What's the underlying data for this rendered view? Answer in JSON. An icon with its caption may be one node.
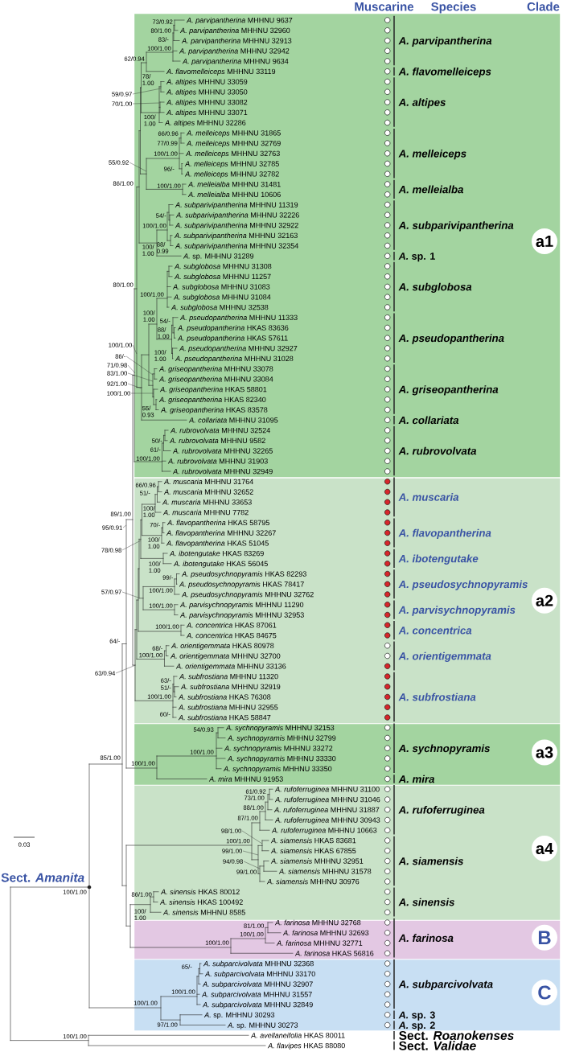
{
  "diagram": {
    "nodes": [
      {
        "text": [
          "a1"
        ]
      },
      {
        "text": [
          "a2"
        ]
      },
      {
        "text": [
          "a3"
        ]
      },
      {
        "text": [
          "a4"
        ]
      },
      {
        "text": [
          "B"
        ]
      },
      {
        "text": [
          "C"
        ]
      },
      {
        "text": [
          "59/0.97"
        ]
      },
      {
        "text": [
          "70/1.00"
        ]
      },
      {
        "text": [
          "55/0.92"
        ]
      },
      {
        "text": [
          "100/1.00"
        ]
      },
      {
        "text": [
          "86/-"
        ]
      },
      {
        "text": [
          "71/0.98"
        ]
      },
      {
        "text": [
          "83/1.00"
        ]
      },
      {
        "text": [
          "92/1.00"
        ]
      },
      {
        "text": [
          "100/1.00"
        ]
      },
      {
        "text": [
          "95/0.91"
        ]
      },
      {
        "text": [
          "78/0.98"
        ]
      },
      {
        "text": [
          "57/0.97"
        ]
      },
      {
        "text": [
          "63/0.94"
        ]
      },
      {
        "text": [
          "98/1.00"
        ],
        "in": 3
      },
      {
        "text": [
          "99/1.00"
        ],
        "in": 3
      },
      {
        "text": [
          "94/0.98"
        ],
        "in": 3
      }
    ],
    "edges": [
      {
        "from": 6,
        "to": 0,
        "arrow": "none"
      },
      {
        "from": 7,
        "to": 0,
        "arrow": "none"
      },
      {
        "from": 8,
        "to": 0,
        "arrow": "none"
      },
      {
        "from": 9,
        "to": 0,
        "arrow": "none"
      },
      {
        "from": 10,
        "to": 0,
        "arrow": "none"
      },
      {
        "from": 11,
        "to": 0,
        "arrow": "none"
      },
      {
        "from": 12,
        "to": 0,
        "arrow": "none"
      },
      {
        "from": 13,
        "to": 0,
        "arrow": "none"
      },
      {
        "from": 14,
        "to": 0,
        "arrow": "none"
      },
      {
        "from": 15,
        "to": null,
        "arrow": "none"
      },
      {
        "from": 16,
        "to": 1,
        "arrow": "none"
      },
      {
        "from": 17,
        "to": 1,
        "arrow": "none"
      },
      {
        "from": 18,
        "to": 1,
        "arrow": "none"
      },
      {
        "from": 19,
        "to": 3,
        "arrow": "none"
      },
      {
        "from": 20,
        "to": 3,
        "arrow": "none"
      },
      {
        "from": 21,
        "to": 3,
        "arrow": "none"
      }
    ],
    "labels": [
      "Muscarine",
      "Species",
      "Clade",
      "*A. parvipantherina* MHHNU 9637",
      "*A. parvipantherina* MHHNU 32960",
      "*A. parvipantherina* MHHNU 32913",
      "*A. parvipantherina* MHHNU 32942",
      "*A. parvipantherina* MHHNU 9634",
      "*A. flavomelleiceps* MHHNU 33119",
      "*A. altipes* MHHNU 33059",
      "*A. altipes* MHHNU 33050",
      "*A. altipes* MHHNU 33082",
      "*A. altipes* MHHNU 33071",
      "*A. altipes* MHHNU 32286",
      "*A. melleiceps* MHHNU 31865",
      "*A. melleiceps* MHHNU 32769",
      "*A. melleiceps* MHHNU 32763",
      "*A. melleiceps* MHHNU 32785",
      "*A. melleiceps* MHHNU 32782",
      "*A. melleialba* MHHNU 31481",
      "*A. melleialba* MHHNU 10606",
      "*A. subparivipantherina* MHHNU 11319",
      "*A. subparivipantherina* MHHNU 32226",
      "*A. subparivipantherina* MHHNU 32922",
      "*A. subparivipantherina* MHHNU 32163",
      "*A. subparivipantherina* MHHNU 32354",
      "*A.* sp. MHHNU 31289",
      "*A. subglobosa* MHHNU 31308",
      "*A. subglobosa* MHHNU 11257",
      "*A. subglobosa* MHHNU 31083",
      "*A. subglobosa* MHHNU 31084",
      "*A. subglobosa* MHHNU 32538",
      "*A. pseudopantherina* MHHNU 11333",
      "*A. pseudopantherina* HKAS 83636",
      "*A. pseudopantherina* HKAS 57611",
      "*A. pseudopantherina* MHHNU 32927",
      "*A. pseudopantherina* MHHNU 31028",
      "*A. griseopantherina* MHHNU 33078",
      "*A. griseopantherina* MHHNU 33084",
      "*A. griseopantherina* HKAS 58801",
      "*A. griseopantherina* HKAS 82340",
      "*A. griseopantherina* HKAS 83578",
      "*A. collariata* MHHNU 31095",
      "*A. rubrovolvata* MHHNU 32524",
      "*A. rubrovolvata* MHHNU 9582",
      "*A. rubrovolvata* MHHNU 32265",
      "*A. rubrovolvata* MHHNU 31903",
      "*A. rubrovolvata* MHHNU 32949",
      "*A. muscaria* MHHNU 31764",
      "*A. muscaria* MHHNU 32652",
      "*A. muscaria* MHHNU 33653",
      "*A. muscaria* MHHNU 7782",
      "*A. flavopantherina* HKAS 58795",
      "*A. flavopantherina* MHHNU 32267",
      "*A. flavopantherina* HKAS 51045",
      "*A. ibotengutake* HKAS 83269",
      "*A. ibotengutake* HKAS 56045",
      "*A. pseudosychnopyramis* HKAS 82293",
      "*A. pseudosychnopyramis* HKAS 78417",
      "*A. pseudosychnopyramis* MHHNU 32762",
      "*A. parvisychnopyramis* MHHNU 11290",
      "*A. parvisychnopyramis* MHHNU 32953",
      "*A. concentrica* HKAS 87061",
      "*A. concentrica* HKAS 84675",
      "*A. orientigemmata* HKAS 80978",
      "*A. orientigemmata* MHHNU 32700",
      "*A. orientigemmata* MHHNU 33136",
      "*A. subfrostiana* MHHNU 11320",
      "*A. subfrostiana* MHHNU 32919",
      "*A. subfrostiana* HKAS 76308",
      "*A. subfrostiana* MHHNU 32955",
      "*A. subfrostiana* HKAS 58847",
      "*A. sychnopyramis* MHHNU 32153",
      "*A. sychnopyramis* MHHNU 32799",
      "*A. sychnopyramis* MHHNU 33272",
      "*A. sychnopyramis* MHHNU 33330",
      "*A. sychnopyramis* MHHNU 33350",
      "*A. mira* MHHNU 91953",
      "*A. rufoferruginea* MHHNU 31100",
      "*A. rufoferruginea* MHHNU 31046",
      "*A. rufoferruginea* MHHNU 31887",
      "*A. rufoferruginea* MHHNU 30943",
      "*A. rufoferruginea* MHHNU 10663",
      "*A. siamensis* HKAS 83681",
      "*A. siamensis* HKAS 67855",
      "*A. siamensis* MHHNU 32951",
      "*A. siamensis* MHHNU 31578",
      "*A. siamensis* MHHNU 30976",
      "*A. sinensis* HKAS 80012",
      "*A. sinensis* HKAS 100492",
      "*A. sinensis* MHHNU 8585",
      "*A. farinosa* MHHNU 32768",
      "*A. farinosa* MHHNU 32693",
      "*A. farinosa* MHHNU 32771",
      "*A. farinosa* HKAS 56816",
      "*A. subparcivolvata* MHHNU 32368",
      "*A. subparcivolvata* MHHNU 33170",
      "*A. subparcivolvata* MHHNU 32907",
      "*A. subparcivolvata* MHHNU 31557",
      "*A. subparcivolvata* MHHNU 32849",
      "*A.* sp. MHHNU 30293",
      "*A.* sp. MHHNU 30273",
      "*A. avellaneifolia* HKAS 80011",
      "*A. flavipes* HKAS 88080",
      "73/0.92",
      "80/1.00",
      "83/-",
      "100/1.00",
      "62/0.94",
      "78/ 1.00",
      "100/ 1.00",
      "66/0.96",
      "77/0.99",
      "100/1.00",
      "96/-",
      "86/1.00",
      "100/1.00",
      "54/-",
      "100/1.00",
      "88/ 0.99",
      "100/ 1.00",
      "80/1.00",
      "100/1.00",
      "100/ 1.00",
      "54/-",
      "88/ 1.00",
      "100/ 1.00",
      "55/ 0.93",
      "50/-",
      "61/-",
      "100/1.00",
      "66/0.96",
      "51/-",
      "100/ 1.00",
      "89/1.00",
      "70/-",
      "100/ 1.00",
      "100/ 1.00",
      "99/-",
      "100/1.00",
      "100/1.00",
      "100/1.00",
      "64/-",
      "68/-",
      "100/1.00",
      "63/-",
      "51/-",
      "100/1.00",
      "60/-",
      "54/0.93",
      "100/1.00",
      "85/1.00",
      "100/1.00",
      "61/0.92",
      "73/1.00",
      "88/1.00",
      "87/1.00",
      "100/1.00",
      "99/1.00",
      "100/1.00",
      "86/1.00",
      "100/ 1.00",
      "81/1.00",
      "100/1.00",
      "100/1.00",
      "65/-",
      "100/1.00",
      "100/1.00",
      "97/1.00",
      "100/1.00",
      "A. parvipantherina",
      "A. flavomelleiceps",
      "A. altipes",
      "A. melleiceps",
      "A. melleialba",
      "A. subparivipantherina",
      "*A.* sp. 1",
      "A. subglobosa",
      "A. pseudopantherina",
      "A. griseopantherina",
      "A. collariata",
      "A. rubrovolvata",
      "A. muscaria",
      "A. flavopantherina",
      "A. ibotengutake",
      "A. pseudosychnopyramis",
      "A. parvisychnopyramis",
      "A. concentrica",
      "A. orientigemmata",
      "A. subfrostiana",
      "A. sychnopyramis",
      "A. mira",
      "A. rufoferruginea",
      "A. siamensis",
      "A. sinensis",
      "A. farinosa",
      "A. subparcivolvata",
      "*A.* sp. 3",
      "*A.* sp. 2",
      "Sect. *Roanokenses*",
      "Sect. *Validae*",
      "Sect. *Amanita*",
      "0.03"
    ]
  }
}
